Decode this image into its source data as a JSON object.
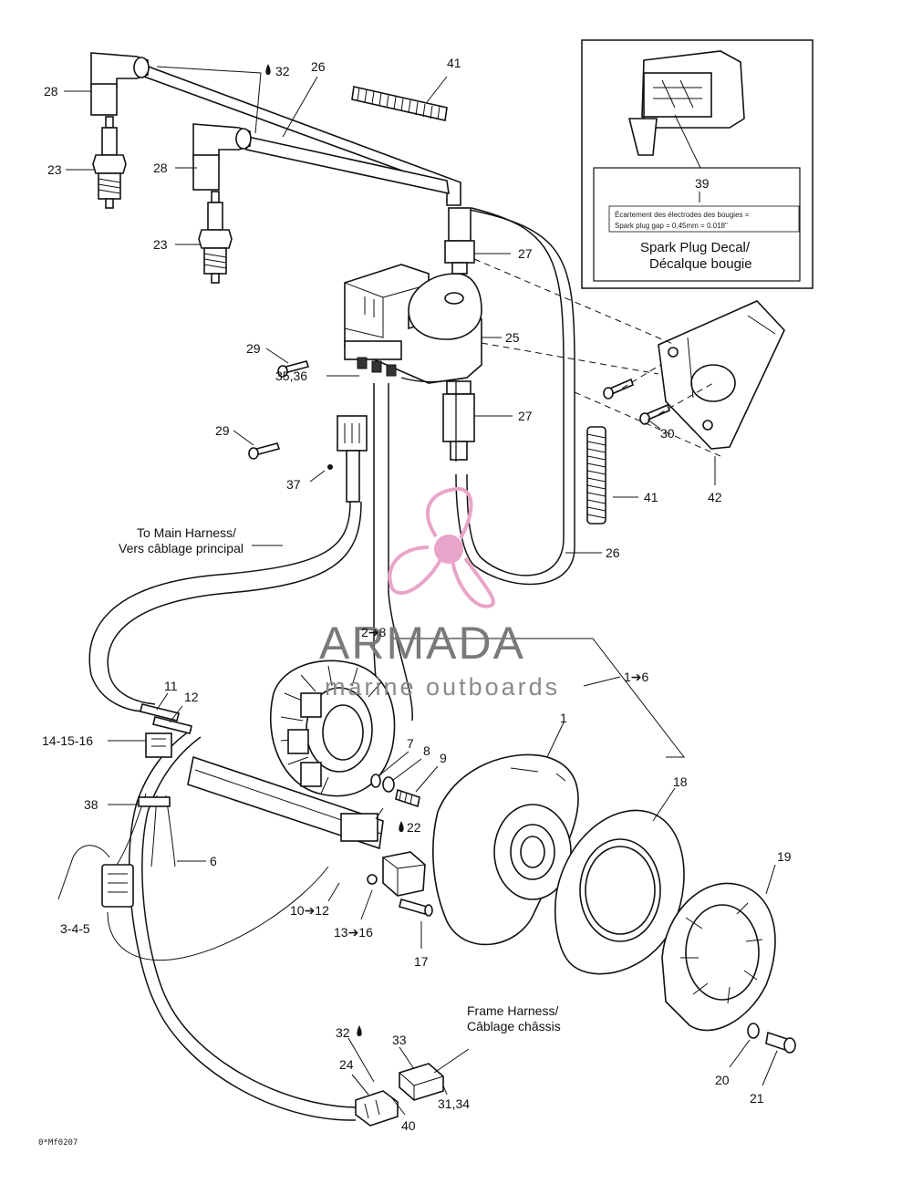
{
  "document_code": "0*Mf0207",
  "callouts": {
    "c28a": "28",
    "c23a": "23",
    "c32a": "32",
    "c26a": "26",
    "c41a": "41",
    "c28b": "28",
    "c23b": "23",
    "c27a": "27",
    "c25": "25",
    "c29a": "29",
    "c3536": "35,36",
    "c29b": "29",
    "c27b": "27",
    "c30": "30",
    "c37": "37",
    "c41b": "41",
    "c42": "42",
    "c26b": "26",
    "c2to8": "2➔8",
    "c1to6": "1➔6",
    "c1": "1",
    "c11": "11",
    "c12": "12",
    "c141516": "14-15-16",
    "c7": "7",
    "c8": "8",
    "c9": "9",
    "c18": "18",
    "c38": "38",
    "c22": "22",
    "c6": "6",
    "c19": "19",
    "c345": "3-4-5",
    "c10to12": "10➔12",
    "c13to16": "13➔16",
    "c17": "17",
    "c32b": "32",
    "c33": "33",
    "c24": "24",
    "c20": "20",
    "c3134": "31,34",
    "c21": "21",
    "c40": "40"
  },
  "captions": {
    "main_harness_en": "To Main Harness/",
    "main_harness_fr": "Vers câblage principal",
    "frame_harness_en": "Frame Harness/",
    "frame_harness_fr": "Câblage châssis"
  },
  "decal": {
    "number": "39",
    "line1": "Écartement des électrodes des bougies =",
    "line2": "Spark plug gap = 0,45mm = 0.018\"",
    "title_line1": "Spark Plug Decal/",
    "title_line2": "Décalque bougie"
  },
  "watermark": {
    "brand": "ARMADA",
    "tagline": "marine outboards",
    "logo_color": "#e9a4c9"
  },
  "icons": {
    "drop_icon": "drop-icon",
    "dot_icon": "dot-icon"
  }
}
